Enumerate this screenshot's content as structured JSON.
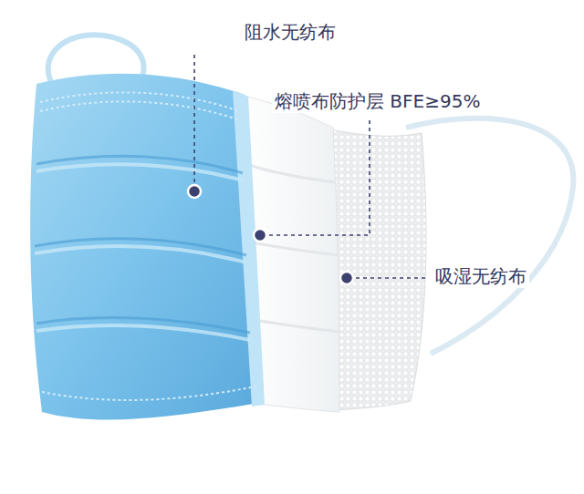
{
  "diagram": {
    "labels": [
      "阻水无纺布",
      "熔喷布防护层 BFE≥95%",
      "吸湿无纺布"
    ]
  }
}
